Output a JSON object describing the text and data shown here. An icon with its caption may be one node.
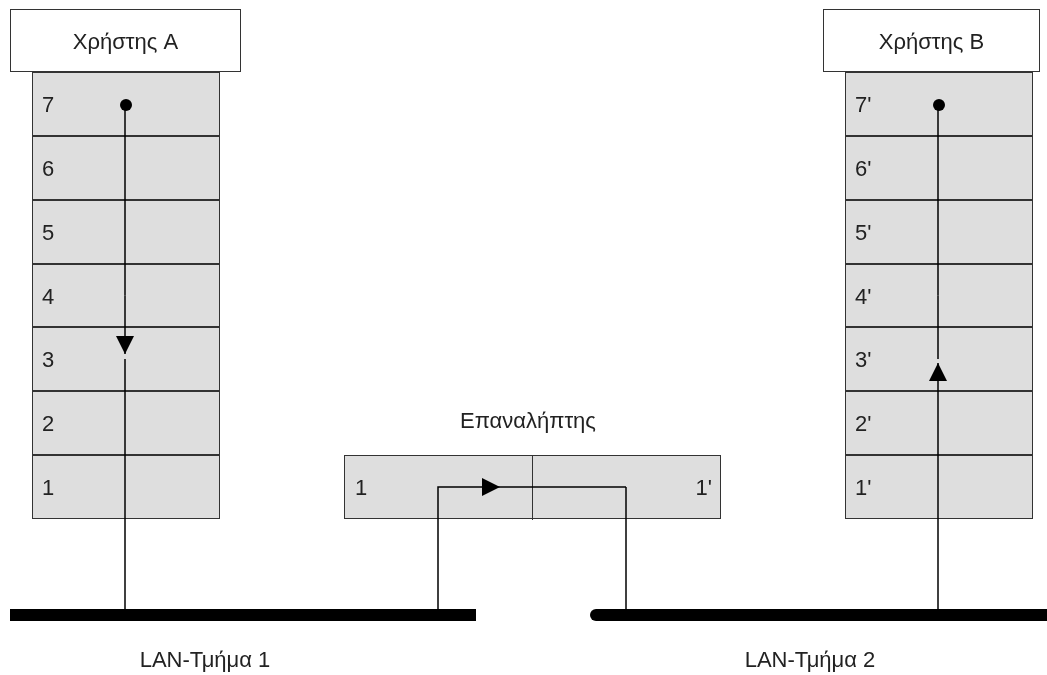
{
  "diagram": {
    "nodes": [
      {
        "text": [
          "Χρήστης A"
        ]
      },
      {
        "text": [
          "7"
        ]
      },
      {
        "text": [
          "6"
        ]
      },
      {
        "text": [
          "5"
        ]
      },
      {
        "text": [
          "4"
        ]
      },
      {
        "text": [
          "3"
        ]
      },
      {
        "text": [
          "2"
        ]
      },
      {
        "text": [
          "1"
        ]
      },
      {
        "text": [],
        "shape": "circle",
        "in": 1
      },
      {
        "text": [
          "Χρήστης B"
        ]
      },
      {
        "text": [
          "7'"
        ]
      },
      {
        "text": [
          "6'"
        ]
      },
      {
        "text": [
          "5'"
        ]
      },
      {
        "text": [
          "4'"
        ]
      },
      {
        "text": [
          "3'"
        ]
      },
      {
        "text": [
          "2'"
        ]
      },
      {
        "text": [
          "1'"
        ]
      },
      {
        "text": [],
        "shape": "circle",
        "in": 10
      },
      {
        "text": [
          "Επαναλήπτης"
        ]
      },
      {
        "text": [
          "1"
        ],
        "in": 18
      },
      {
        "text": [
          "1'"
        ],
        "in": 18
      },
      {
        "text": [],
        "shape": "bar",
        "beside": [
          "LAN-Τμήμα 1"
        ]
      },
      {
        "text": [],
        "shape": "bar",
        "beside": [
          "LAN-Τμήμα 2"
        ]
      }
    ],
    "edges": [
      {
        "from": 8,
        "to": 2,
        "arrow": "none"
      },
      {
        "from": 2,
        "to": 3,
        "arrow": "none"
      },
      {
        "from": 3,
        "to": 4,
        "arrow": "none"
      },
      {
        "from": 4,
        "to": 5,
        "arrow": "to"
      },
      {
        "from": 5,
        "to": 6,
        "arrow": "none"
      },
      {
        "from": 6,
        "to": 7,
        "arrow": "none"
      },
      {
        "from": 7,
        "to": 21,
        "arrow": "none"
      },
      {
        "from": 21,
        "to": 19,
        "arrow": "to"
      },
      {
        "from": 19,
        "to": 20,
        "arrow": "none"
      },
      {
        "from": 20,
        "to": 22,
        "arrow": "none"
      },
      {
        "from": 22,
        "to": 16,
        "arrow": "none"
      },
      {
        "from": 16,
        "to": 15,
        "arrow": "none"
      },
      {
        "from": 15,
        "to": 14,
        "arrow": "to"
      },
      {
        "from": 14,
        "to": 13,
        "arrow": "none"
      },
      {
        "from": 13,
        "to": 12,
        "arrow": "none"
      },
      {
        "from": 12,
        "to": 11,
        "arrow": "none"
      },
      {
        "from": 11,
        "to": 17,
        "arrow": "none"
      }
    ]
  }
}
